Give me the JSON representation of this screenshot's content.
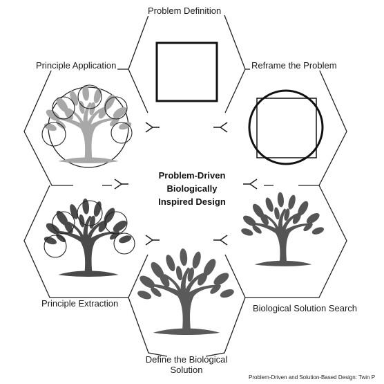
{
  "diagram": {
    "center_label": "Problem-Driven Biologically Inspired Design",
    "center_lines": [
      "Problem-Driven",
      "Biologically",
      "Inspired Design"
    ],
    "steps": [
      {
        "id": "problem-definition",
        "label": "Problem Definition"
      },
      {
        "id": "reframe-the-problem",
        "label": "Reframe the Problem"
      },
      {
        "id": "biological-solution-search",
        "label": "Biological Solution Search"
      },
      {
        "id": "define-the-biological-solution",
        "label_lines": [
          "Define the Biological",
          "Solution"
        ]
      },
      {
        "id": "principle-extraction",
        "label": "Principle Extraction"
      },
      {
        "id": "principle-application",
        "label": "Principle Application"
      }
    ],
    "caption": "Problem-Driven and Solution-Based Design: Twin P",
    "colors": {
      "stroke": "#222222",
      "tree_dark": "#555555",
      "tree_light": "#9a9a9a",
      "tree_faded": "#b8b8b8"
    },
    "icons": [
      "square-icon",
      "circle-square-icon",
      "tree-icon",
      "tree-circles-icon",
      "tree-in-circle-icon"
    ]
  }
}
